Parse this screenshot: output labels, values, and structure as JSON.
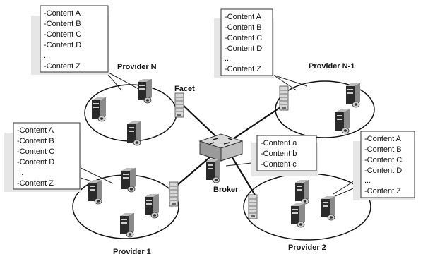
{
  "providers": {
    "n": {
      "name": "Provider N",
      "contents": [
        "-Content A",
        "-Content B",
        "-Content C",
        "-Content D",
        "...",
        "-Content Z"
      ]
    },
    "n_minus_1": {
      "name": "Provider N-1",
      "contents": [
        "-Content A",
        "-Content B",
        "-Content C",
        "-Content D",
        "...",
        "-Content Z"
      ]
    },
    "p1": {
      "name": "Provider 1",
      "contents": [
        "-Content A",
        "-Content B",
        "-Content C",
        "-Content D",
        "...",
        "-Content Z"
      ]
    },
    "p2": {
      "name": "Provider 2",
      "contents": [
        "-Content A",
        "-Content B",
        "-Content C",
        "-Content D",
        "...",
        "-Content Z"
      ]
    }
  },
  "broker": {
    "name": "Broker",
    "contents": [
      "-Content a",
      "-Content b",
      "-Content c"
    ]
  },
  "facet": {
    "name": "Facet"
  },
  "icons": {
    "server": "server-icon",
    "router": "router-icon",
    "rack": "rack-server-icon"
  }
}
